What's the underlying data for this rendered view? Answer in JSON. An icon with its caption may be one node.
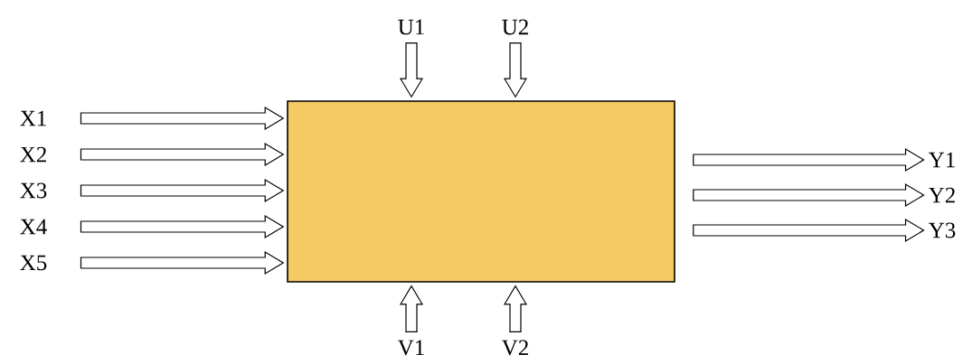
{
  "diagram": {
    "nodes": [
      {
        "text": [],
        "shape": "box"
      },
      {
        "text": [
          "U1"
        ]
      },
      {
        "text": [
          "U2"
        ]
      },
      {
        "text": [
          "X1"
        ]
      },
      {
        "text": [
          "X2"
        ]
      },
      {
        "text": [
          "X3"
        ]
      },
      {
        "text": [
          "X4"
        ]
      },
      {
        "text": [
          "X5"
        ]
      },
      {
        "text": [
          "Y1"
        ]
      },
      {
        "text": [
          "Y2"
        ]
      },
      {
        "text": [
          "Y3"
        ]
      },
      {
        "text": [
          "V1"
        ]
      },
      {
        "text": [
          "V2"
        ]
      }
    ],
    "edges": [
      {
        "from": 1,
        "to": 0,
        "arrow": "to"
      },
      {
        "from": 2,
        "to": 0,
        "arrow": "to"
      },
      {
        "from": 3,
        "to": 0,
        "arrow": "to"
      },
      {
        "from": 4,
        "to": 0,
        "arrow": "to"
      },
      {
        "from": 5,
        "to": 0,
        "arrow": "to"
      },
      {
        "from": 6,
        "to": 0,
        "arrow": "to"
      },
      {
        "from": 7,
        "to": 0,
        "arrow": "to"
      },
      {
        "from": 0,
        "to": 8,
        "arrow": "to"
      },
      {
        "from": 0,
        "to": 9,
        "arrow": "to"
      },
      {
        "from": 0,
        "to": 10,
        "arrow": "to"
      },
      {
        "from": 11,
        "to": 0,
        "arrow": "to"
      },
      {
        "from": 12,
        "to": 0,
        "arrow": "to"
      }
    ]
  }
}
